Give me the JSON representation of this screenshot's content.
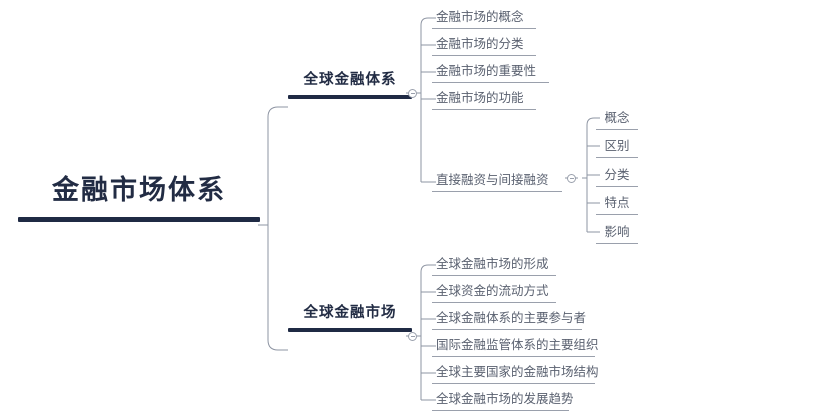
{
  "mindmap": {
    "root": {
      "label": "金融市场体系",
      "accent_color": "#1f2a44"
    },
    "line_color": "#8e95a3",
    "text_color": "#5a6170",
    "branches": [
      {
        "label": "全球金融体系",
        "toggle_icon": "collapse-circle-icon",
        "children": [
          {
            "label": "金融市场的概念"
          },
          {
            "label": "金融市场的分类"
          },
          {
            "label": "金融市场的重要性"
          },
          {
            "label": "金融市场的功能"
          },
          {
            "label": "直接融资与间接融资",
            "toggle_icon": "collapse-circle-icon",
            "children": [
              {
                "label": "概念"
              },
              {
                "label": "区别"
              },
              {
                "label": "分类"
              },
              {
                "label": "特点"
              },
              {
                "label": "影响"
              }
            ]
          }
        ]
      },
      {
        "label": "全球金融市场",
        "toggle_icon": "collapse-circle-icon",
        "children": [
          {
            "label": "全球金融市场的形成"
          },
          {
            "label": "全球资金的流动方式"
          },
          {
            "label": "全球金融体系的主要参与者"
          },
          {
            "label": "国际金融监管体系的主要组织"
          },
          {
            "label": "全球主要国家的金融市场结构"
          },
          {
            "label": "全球金融市场的发展趋势"
          }
        ]
      }
    ]
  }
}
